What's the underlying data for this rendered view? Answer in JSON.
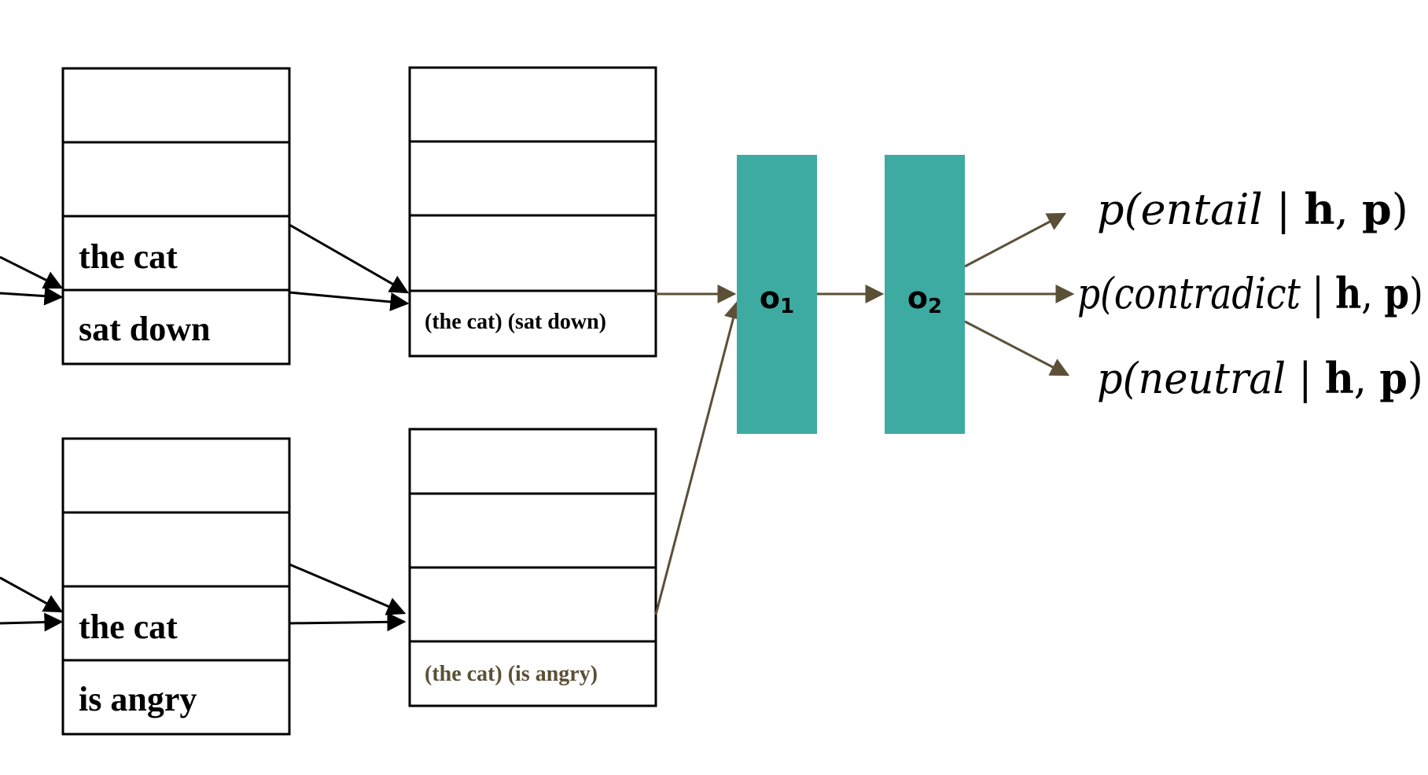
{
  "colors": {
    "layer_fill": "#3daba2",
    "flow_arrow": "#5b5037",
    "cell_stroke": "#000000",
    "background": "#ffffff"
  },
  "premise_stack": {
    "cells": [
      "",
      "",
      "the cat",
      "sat down"
    ]
  },
  "premise_composed": {
    "cells": [
      "",
      "",
      "",
      "(the cat) (sat down)"
    ]
  },
  "hypothesis_stack": {
    "cells": [
      "",
      "",
      "the cat",
      "is angry"
    ]
  },
  "hypothesis_composed": {
    "cells": [
      "",
      "",
      "",
      "(the cat) (is angry)"
    ]
  },
  "layers": {
    "o1": {
      "letter": "o",
      "sub": "1"
    },
    "o2": {
      "letter": "o",
      "sub": "2"
    }
  },
  "outputs": [
    {
      "p": "p(",
      "label": "entail",
      "bar": " | ",
      "h": "h",
      "comma": ", ",
      "pv": "p",
      "close": ")"
    },
    {
      "p": "p(",
      "label": "contradict",
      "bar": " | ",
      "h": "h",
      "comma": ", ",
      "pv": "p",
      "close": ")"
    },
    {
      "p": "p(",
      "label": "neutral",
      "bar": " | ",
      "h": "h",
      "comma": ", ",
      "pv": "p",
      "close": ")"
    }
  ]
}
